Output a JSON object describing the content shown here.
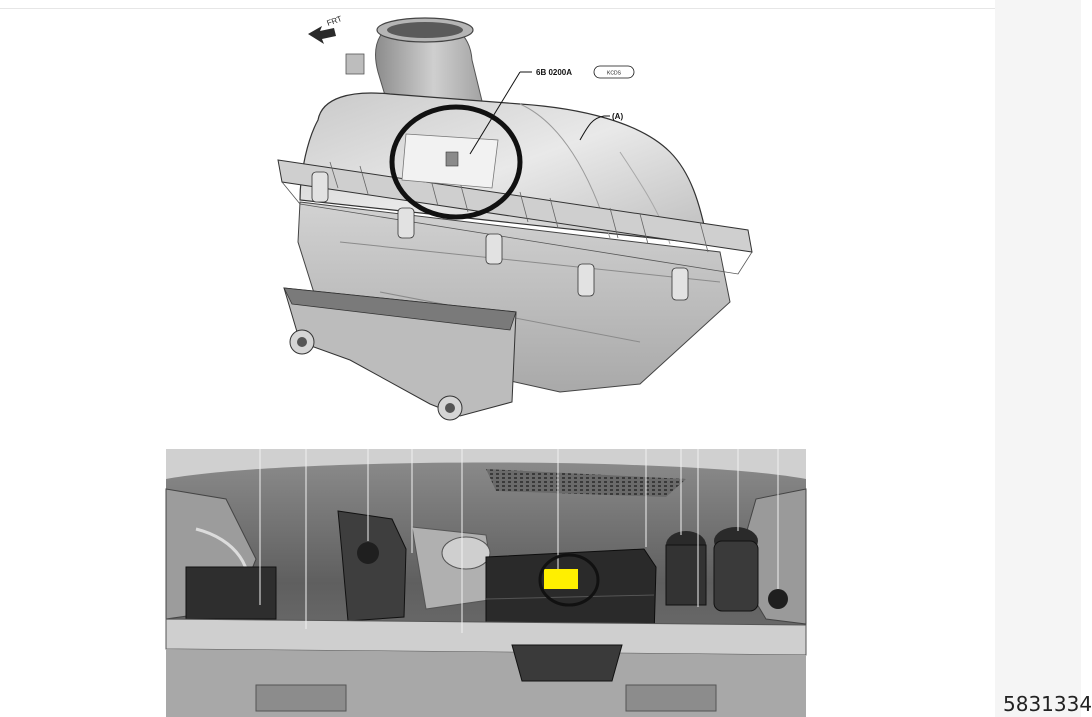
{
  "diagram_labels": {
    "direction": "FRT",
    "part_number": "6B 0200A",
    "badge": "KCDS",
    "component_ref": "(A)"
  },
  "figure_id": "5831334",
  "colors": {
    "highlight": "#ffef00",
    "circle": "#111111",
    "housing": "#d8d8d8",
    "photo_bg": "#6a6a6a"
  }
}
